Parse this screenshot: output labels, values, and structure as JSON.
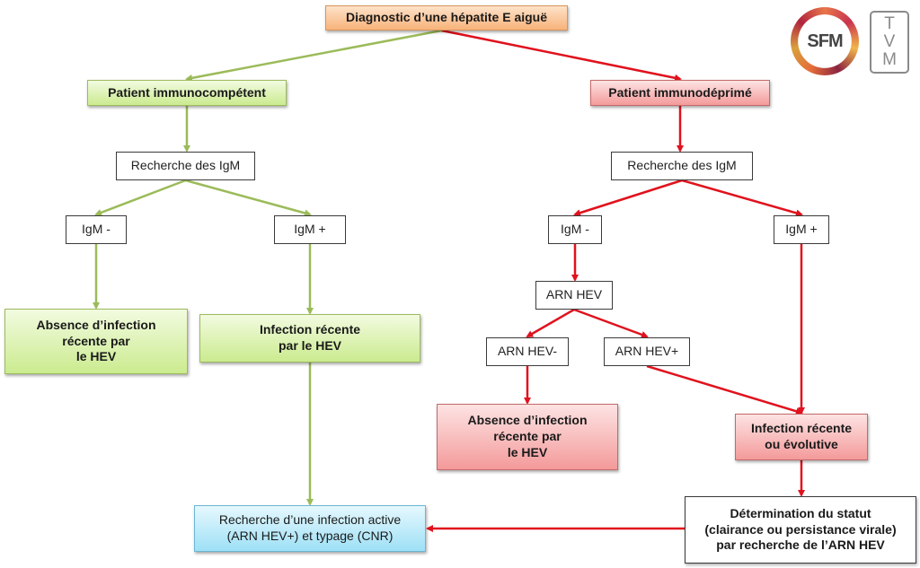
{
  "title": "Diagnostic d’une hépatite E aiguë",
  "logos": {
    "sfm": "SFM",
    "tvm": [
      "T",
      "V",
      "M"
    ]
  },
  "colors": {
    "immunocompetent_path": "#9bbb59",
    "immunodeprime_path": "#e0121d",
    "root_fill": "#f8b37a",
    "green_fill": "#cbeb8f",
    "red_fill": "#f49a9a",
    "blue_fill": "#9ee0f6"
  },
  "nodes": {
    "root": "Diagnostic d’une hépatite E aiguë",
    "immunocompetent": "Patient immunocompétent",
    "immunodeprime": "Patient immunodéprimé",
    "igm_search_left": "Recherche des IgM",
    "igm_search_right": "Recherche des IgM",
    "igm_neg_left": "IgM -",
    "igm_pos_left": "IgM +",
    "igm_neg_right": "IgM -",
    "igm_pos_right": "IgM +",
    "absence_left": "Absence d’infection\nrécente par\nle HEV",
    "recent_left": "Infection récente\npar le HEV",
    "arn_hev": "ARN HEV",
    "arn_hev_neg": "ARN HEV-",
    "arn_hev_pos": "ARN HEV+",
    "absence_right": "Absence d’infection\nrécente par\nle HEV",
    "recent_right": "Infection récente\nou évolutive",
    "status": "Détermination du statut\n(clairance ou persistance virale)\npar recherche de l’ARN HEV",
    "active_search": "Recherche d’une infection active\n(ARN HEV+) et typage (CNR)"
  },
  "edges": [
    {
      "from": "root",
      "to": "immunocompetent",
      "color": "green"
    },
    {
      "from": "root",
      "to": "immunodeprime",
      "color": "red"
    },
    {
      "from": "immunocompetent",
      "to": "igm_search_left",
      "color": "green"
    },
    {
      "from": "igm_search_left",
      "to": "igm_neg_left",
      "color": "green"
    },
    {
      "from": "igm_search_left",
      "to": "igm_pos_left",
      "color": "green"
    },
    {
      "from": "igm_neg_left",
      "to": "absence_left",
      "color": "green"
    },
    {
      "from": "igm_pos_left",
      "to": "recent_left",
      "color": "green"
    },
    {
      "from": "recent_left",
      "to": "active_search",
      "color": "green"
    },
    {
      "from": "immunodeprime",
      "to": "igm_search_right",
      "color": "red"
    },
    {
      "from": "igm_search_right",
      "to": "igm_neg_right",
      "color": "red"
    },
    {
      "from": "igm_search_right",
      "to": "igm_pos_right",
      "color": "red"
    },
    {
      "from": "igm_neg_right",
      "to": "arn_hev",
      "color": "red"
    },
    {
      "from": "arn_hev",
      "to": "arn_hev_neg",
      "color": "red"
    },
    {
      "from": "arn_hev",
      "to": "arn_hev_pos",
      "color": "red"
    },
    {
      "from": "arn_hev_neg",
      "to": "absence_right",
      "color": "red"
    },
    {
      "from": "arn_hev_pos",
      "to": "recent_right",
      "color": "red"
    },
    {
      "from": "igm_pos_right",
      "to": "recent_right",
      "color": "red"
    },
    {
      "from": "recent_right",
      "to": "status",
      "color": "red"
    },
    {
      "from": "status",
      "to": "active_search",
      "color": "red"
    }
  ]
}
